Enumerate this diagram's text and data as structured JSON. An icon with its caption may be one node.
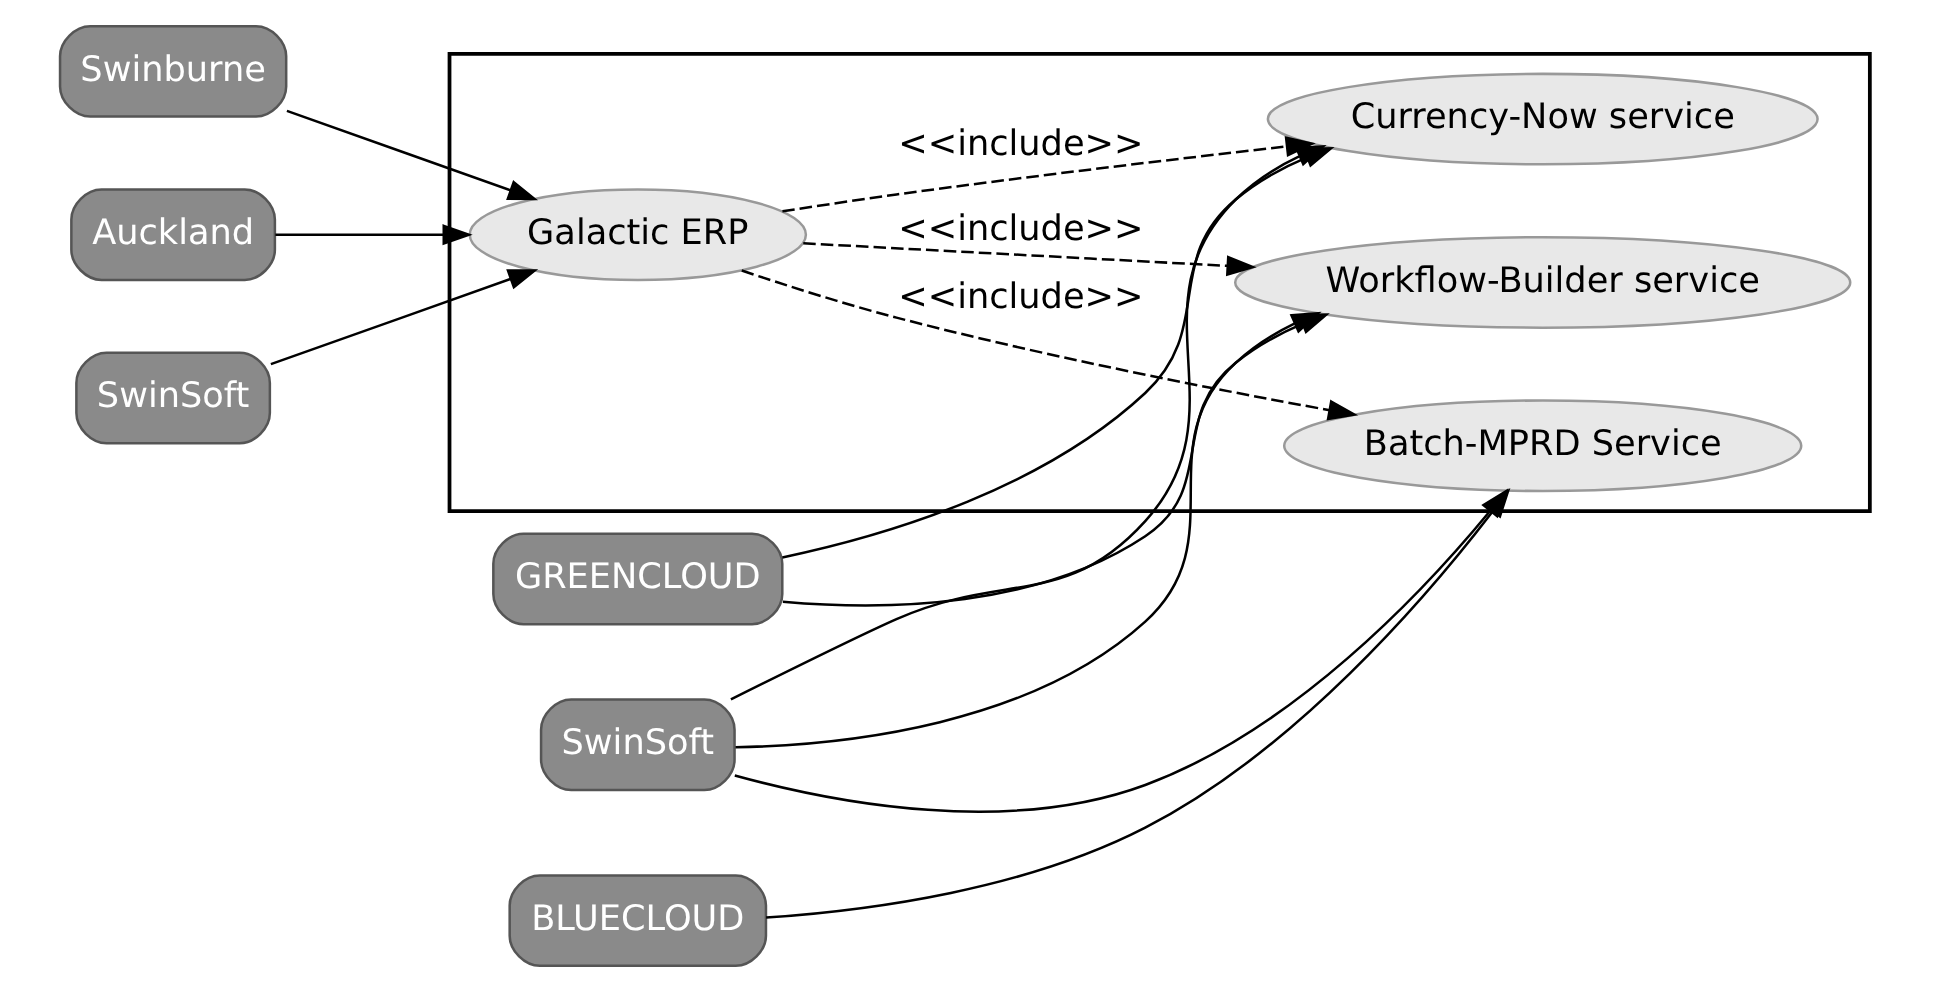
{
  "diagram": {
    "nodes": [
      {
        "text": [],
        "shape": "box"
      },
      {
        "text": [
          "Currency-Now service"
        ],
        "in": 0
      },
      {
        "text": [
          "Workflow-Builder service"
        ],
        "in": 0
      },
      {
        "text": [
          "Batch-MPRD Service"
        ],
        "in": 0
      },
      {
        "text": [
          "Galactic ERP"
        ],
        "in": 0
      },
      {
        "text": [
          "SwinSoft"
        ]
      },
      {
        "text": [
          "Swinburne"
        ]
      },
      {
        "text": [
          "Auckland"
        ]
      },
      {
        "text": [
          "GREENCLOUD"
        ]
      },
      {
        "text": [
          "BLUECLOUD"
        ]
      },
      {
        "text": [
          "SwinSoft"
        ]
      }
    ],
    "edges": [
      {
        "from": 5,
        "to": 1,
        "arrow": "to"
      },
      {
        "from": 5,
        "to": 2,
        "arrow": "to"
      },
      {
        "from": 5,
        "to": 3,
        "arrow": "to"
      },
      {
        "from": 8,
        "to": 1,
        "arrow": "to"
      },
      {
        "from": 8,
        "to": 2,
        "arrow": "to"
      },
      {
        "from": 9,
        "to": 3,
        "arrow": "to"
      },
      {
        "from": 6,
        "to": 4,
        "arrow": "to"
      },
      {
        "from": 7,
        "to": 4,
        "arrow": "to"
      },
      {
        "from": 10,
        "to": 4,
        "arrow": "to"
      },
      {
        "from": 4,
        "to": 1,
        "arrow": "to",
        "style": "dashed",
        "label": "<<include>>"
      },
      {
        "from": 4,
        "to": 2,
        "arrow": "to",
        "style": "dashed",
        "label": "<<include>>"
      },
      {
        "from": 4,
        "to": 3,
        "arrow": "to",
        "style": "dashed",
        "label": "<<include>>"
      }
    ]
  }
}
